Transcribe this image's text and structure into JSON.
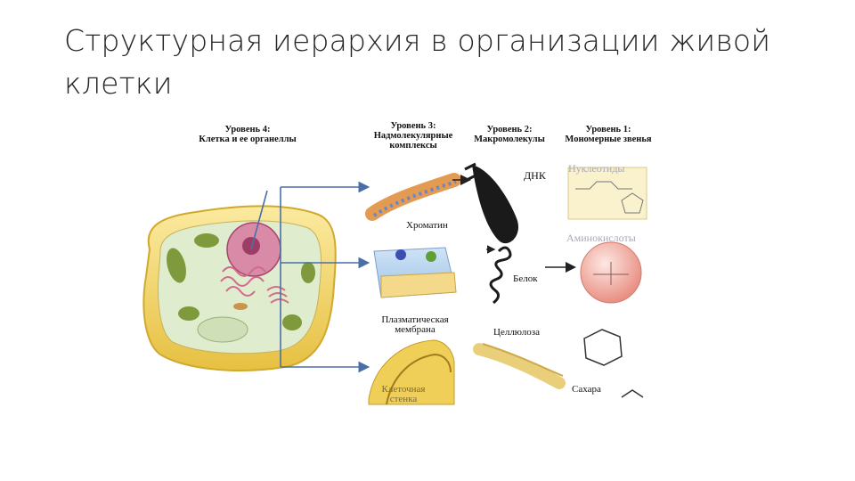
{
  "slide": {
    "title": "Структурная иерархия в организации живой клетки"
  },
  "levels": {
    "level4": {
      "heading": "Уровень 4:",
      "caption": "Клетка и ее органеллы"
    },
    "level3": {
      "heading": "Уровень 3:",
      "caption": "Надмолекулярные комплексы"
    },
    "level2": {
      "heading": "Уровень 2:",
      "caption": "Макромолекулы"
    },
    "level1": {
      "heading": "Уровень 1:",
      "caption": "Мономерные звенья"
    }
  },
  "rows": [
    {
      "complex": "Хроматин",
      "macromolecule": "ДНК",
      "monomer": "Нуклеотиды"
    },
    {
      "complex": "Плазматическая мембрана",
      "macromolecule": "Белок",
      "monomer": "Аминокислоты"
    },
    {
      "complex": "Клеточная стенка",
      "macromolecule": "Целлюлоза",
      "monomer": "Сахара"
    }
  ],
  "colors": {
    "cell_wall": "#f1d35a",
    "nucleus": "#d98aa6",
    "chloroplast": "#7e9a3c",
    "arrow": "#4a6fa8"
  }
}
